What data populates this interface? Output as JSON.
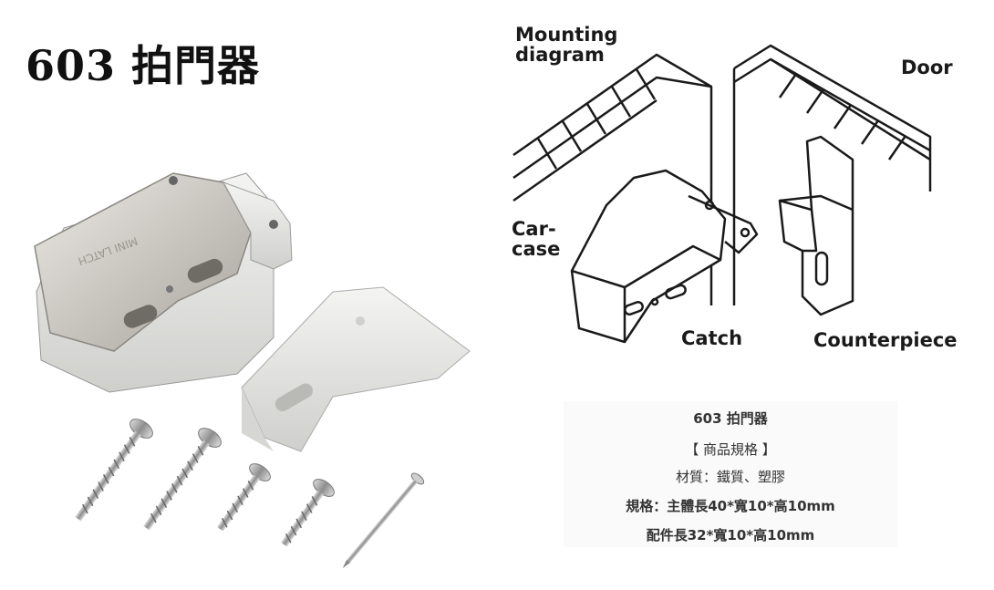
{
  "title": "603 拍門器",
  "diagram": {
    "labels": {
      "mounting": "Mounting\ndiagram",
      "door": "Door",
      "carcase": "Car-\ncase",
      "catch": "Catch",
      "counterpiece": "Counterpiece"
    }
  },
  "photo": {
    "catch_engraving": "MINI LATCH"
  },
  "spec": {
    "title": "603 拍門器",
    "heading": "【 商品規格 】",
    "material": "材質：鐵質、塑膠",
    "main_body": "規格：主體長40*寬10*高10mm",
    "part": "配件長32*寬10*高10mm"
  }
}
